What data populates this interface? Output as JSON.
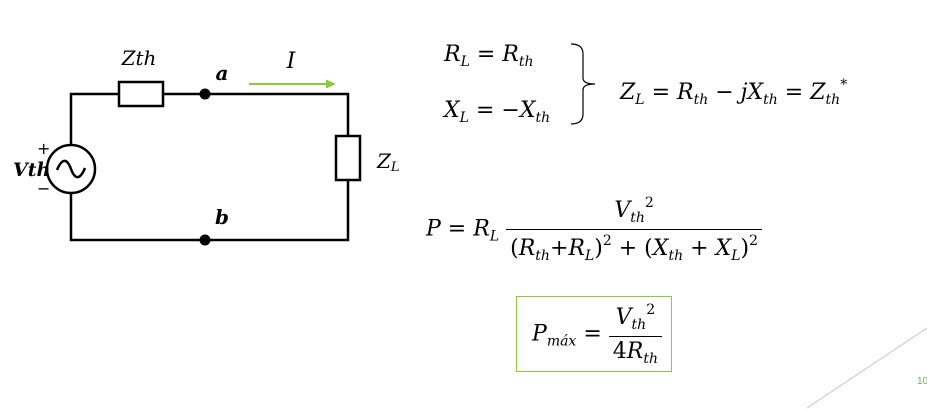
{
  "circuit": {
    "source_label": "Vth",
    "source_plus": "+",
    "source_minus": "−",
    "impedance_th_label": "Zth",
    "node_a": "a",
    "node_b": "b",
    "current_label": "I",
    "load_label": "Z",
    "load_sub": "L",
    "wire_color": "#000000",
    "arrow_color": "#8dc63f"
  },
  "equations": {
    "rl": {
      "R": "R",
      "sub_L": "L",
      "eq": " = ",
      "sub_th": "th"
    },
    "xl": {
      "X": "X",
      "sub_L": "L",
      "eq": " = −",
      "sub_th": "th"
    },
    "zl": {
      "Z": "Z",
      "sub_L": "L",
      "eq1": " = ",
      "R": "R",
      "sub_th1": "th",
      "minus": " − ",
      "jX": "jX",
      "sub_th2": "th",
      "eq2": " = ",
      "Z2": "Z",
      "sub_th3": "th",
      "star": "*"
    },
    "p": {
      "P": "P",
      "eq": " = ",
      "R": "R",
      "sub_L": "L",
      "num_V": "V",
      "num_sub": "th",
      "num_sup": "2",
      "den_open": "(",
      "den_R1": "R",
      "den_sub1": "th",
      "den_plus1": "+",
      "den_R2": "R",
      "den_sub2": "L",
      "den_close1": ")",
      "den_sup1": "2",
      "den_plus2": " + (",
      "den_X1": "X",
      "den_sub3": "th",
      "den_plus3": " + ",
      "den_X2": "X",
      "den_sub4": "L",
      "den_close2": ")",
      "den_sup2": "2"
    },
    "pmax": {
      "P": "P",
      "sub": "máx",
      "eq": " = ",
      "num_V": "V",
      "num_sub": "th",
      "num_sup": "2",
      "den_4": "4",
      "den_R": "R",
      "den_sub": "th",
      "box_color": "#8dc63f"
    }
  },
  "page_number": "10"
}
